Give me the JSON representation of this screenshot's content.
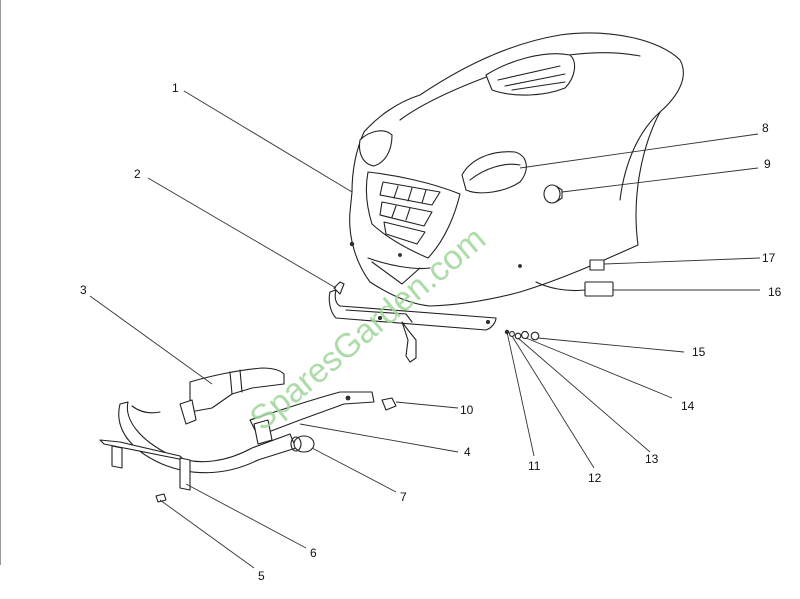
{
  "watermark": "SparesGarden.com",
  "callouts": [
    {
      "label": "1"
    },
    {
      "label": "2"
    },
    {
      "label": "3"
    },
    {
      "label": "4"
    },
    {
      "label": "5"
    },
    {
      "label": "6"
    },
    {
      "label": "7"
    },
    {
      "label": "8"
    },
    {
      "label": "9"
    },
    {
      "label": "10"
    },
    {
      "label": "11"
    },
    {
      "label": "12"
    },
    {
      "label": "13"
    },
    {
      "label": "14"
    },
    {
      "label": "15"
    },
    {
      "label": "16"
    },
    {
      "label": "17"
    }
  ]
}
